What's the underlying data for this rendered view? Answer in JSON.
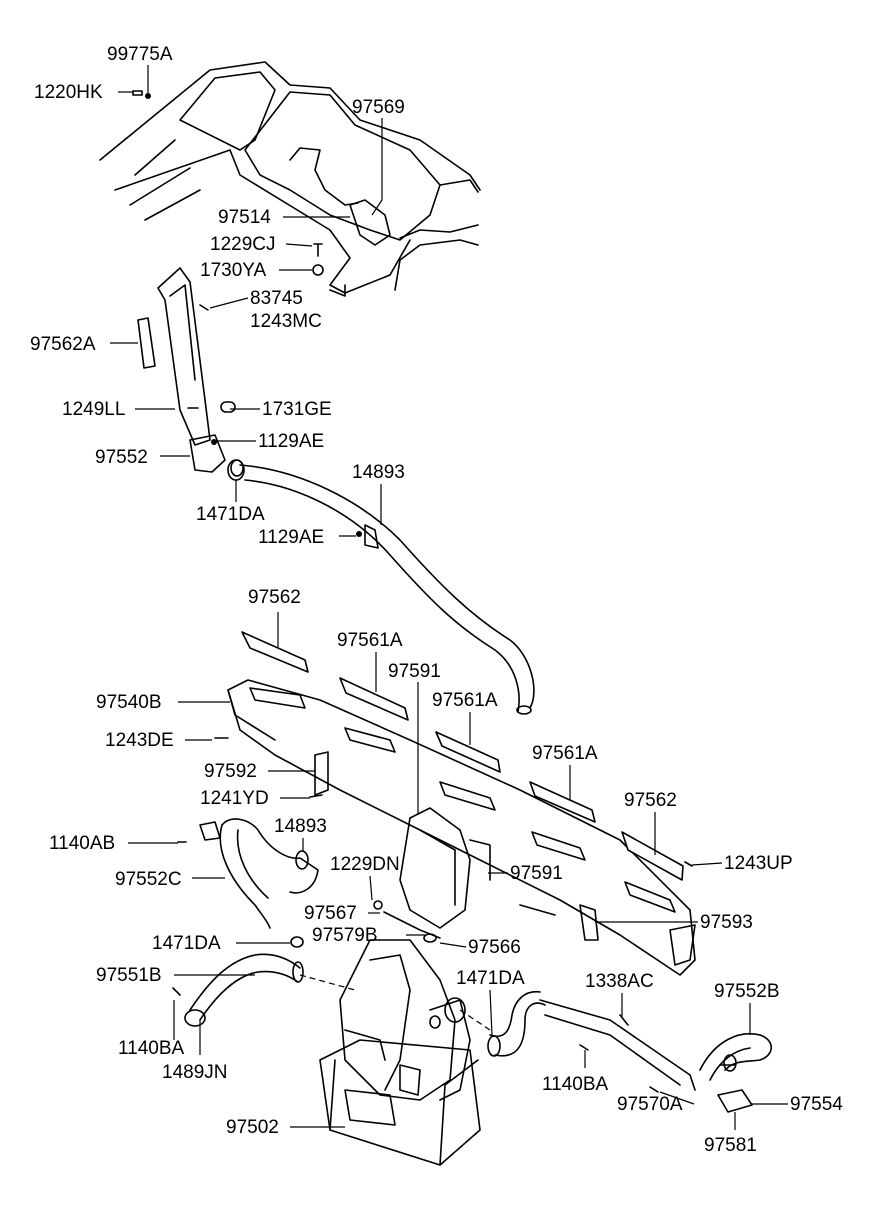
{
  "diagram": {
    "labels": {
      "p99775A": "99775A",
      "p1220HK": "1220HK",
      "p97569": "97569",
      "p97514": "97514",
      "p1229CJ": "1229CJ",
      "p1730YA": "1730YA",
      "p83745": "83745",
      "p1243MC": "1243MC",
      "p97562A": "97562A",
      "p1249LL": "1249LL",
      "p1731GE": "1731GE",
      "p1129AE_a": "1129AE",
      "p97552": "97552",
      "p14893_a": "14893",
      "p1471DA_a": "1471DA",
      "p1129AE_b": "1129AE",
      "p97562_a": "97562",
      "p97561A_a": "97561A",
      "p97591_a": "97591",
      "p97540B": "97540B",
      "p97561A_b": "97561A",
      "p1243DE": "1243DE",
      "p97561A_c": "97561A",
      "p97592": "97592",
      "p97562_b": "97562",
      "p1241YD": "1241YD",
      "p14893_b": "14893",
      "p1140AB": "1140AB",
      "p1229DN": "1229DN",
      "p1243UP": "1243UP",
      "p97552C": "97552C",
      "p97591_b": "97591",
      "p97567": "97567",
      "p97593": "97593",
      "p97579B": "97579B",
      "p1471DA_b": "1471DA",
      "p97566": "97566",
      "p97551B": "97551B",
      "p1471DA_c": "1471DA",
      "p1338AC": "1338AC",
      "p97552B": "97552B",
      "p1140BA_a": "1140BA",
      "p1489JN": "1489JN",
      "p1140BA_b": "1140BA",
      "p97570A": "97570A",
      "p97554": "97554",
      "p97502": "97502",
      "p97581": "97581"
    }
  }
}
